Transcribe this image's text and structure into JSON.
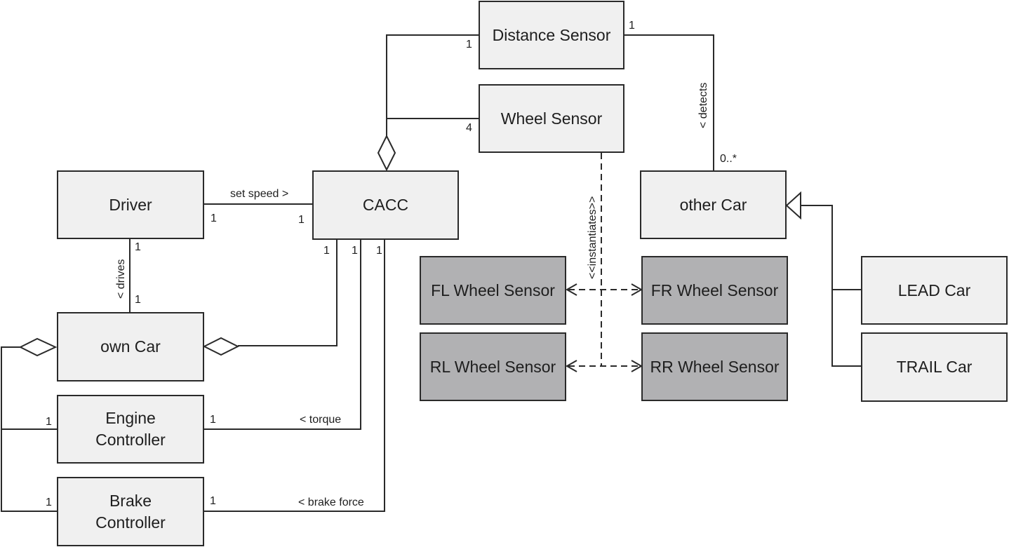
{
  "diagram": {
    "type": "UML class diagram",
    "classes": {
      "distance_sensor": "Distance Sensor",
      "wheel_sensor": "Wheel Sensor",
      "driver": "Driver",
      "cacc": "CACC",
      "other_car": "other Car",
      "own_car": "own Car",
      "engine_controller_line1": "Engine",
      "engine_controller_line2": "Controller",
      "brake_controller_line1": "Brake",
      "brake_controller_line2": "Controller",
      "fl_wheel_sensor": "FL Wheel Sensor",
      "fr_wheel_sensor": "FR Wheel Sensor",
      "rl_wheel_sensor": "RL Wheel Sensor",
      "rr_wheel_sensor": "RR Wheel Sensor",
      "lead_car": "LEAD Car",
      "trail_car": "TRAIL Car"
    },
    "association_labels": {
      "set_speed": "set speed >",
      "drives": "< drives",
      "detects": "< detects",
      "instantiates": "<<instantiates>>",
      "torque": "< torque",
      "brake_force": "< brake force"
    },
    "multiplicities": {
      "distance_sensor_left": "1",
      "distance_sensor_right": "1",
      "wheel_sensor_left": "4",
      "driver_right": "1",
      "cacc_left": "1",
      "driver_bottom": "1",
      "own_car_top": "1",
      "cacc_bottom_1": "1",
      "cacc_bottom_2": "1",
      "cacc_bottom_3": "1",
      "other_car_top": "0..*",
      "engine_left": "1",
      "engine_right": "1",
      "brake_left": "1",
      "brake_right": "1"
    },
    "colors": {
      "class_fill": "#f0f0f0",
      "instance_fill": "#b1b1b3",
      "stroke": "#2a2a2a"
    }
  }
}
